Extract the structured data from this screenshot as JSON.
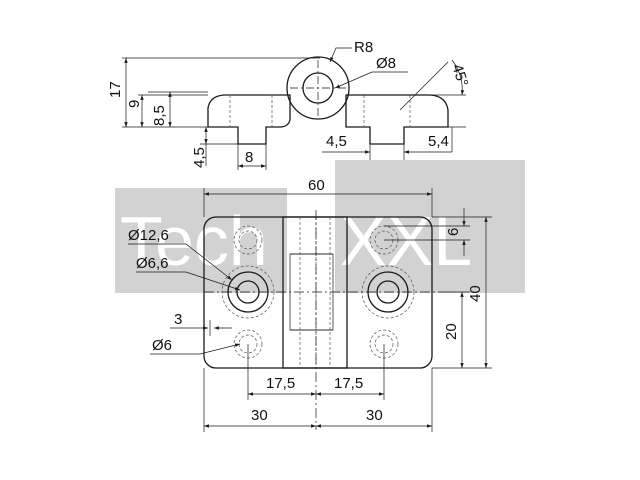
{
  "watermark": {
    "text_left": "Tech",
    "text_right": "XXL"
  },
  "side_view": {
    "radius": "R8",
    "diameter_top": "Ø8",
    "angle": "45°",
    "height_total": "17",
    "height_9": "9",
    "height_8_5": "8,5",
    "height_4_5": "4,5",
    "width_8": "8",
    "offset_4_5": "4,5",
    "offset_5_4": "5,4"
  },
  "top_view": {
    "width_60": "60",
    "dia_12_6": "Ø12,6",
    "dia_6_6": "Ø6,6",
    "dim_3": "3",
    "dia_6": "Ø6",
    "dim_6": "6",
    "height_40": "40",
    "dim_20": "20",
    "pitch_17_5_left": "17,5",
    "pitch_17_5_right": "17,5",
    "half_30_left": "30",
    "half_30_right": "30"
  }
}
